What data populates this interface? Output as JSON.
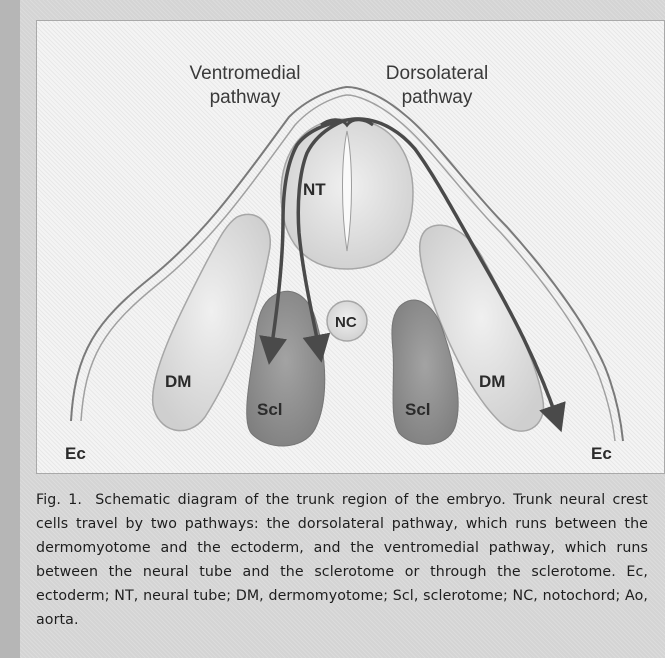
{
  "diagram": {
    "pathway_labels": {
      "ventromedial_line1": "Ventromedial",
      "ventromedial_line2": "pathway",
      "dorsolateral_line1": "Dorsolateral",
      "dorsolateral_line2": "pathway"
    },
    "structure_labels": {
      "neural_tube": "NT",
      "notochord": "NC",
      "dermomyotome_left": "DM",
      "dermomyotome_right": "DM",
      "sclerotome_left": "Scl",
      "sclerotome_right": "Scl",
      "ectoderm_left": "Ec",
      "ectoderm_right": "Ec"
    },
    "colors": {
      "arrow": "#4a4a4a",
      "sclerotome_fill": "#8f8f8f",
      "light_structure_fill": "#e2e2e2",
      "ectoderm_line": "#7a7a7a"
    }
  },
  "caption": {
    "label": "Fig. 1.",
    "text": "Schematic diagram of the trunk region of the embryo. Trunk neural crest cells travel by two pathways: the dorsolateral pathway, which runs between the dermomyotome and the ectoderm, and the ventromedial pathway, which runs between the neural tube and the sclerotome or through the sclerotome. Ec, ectoderm; NT, neural tube; DM, dermomyotome; Scl, sclerotome; NC, notochord; Ao, aorta."
  }
}
